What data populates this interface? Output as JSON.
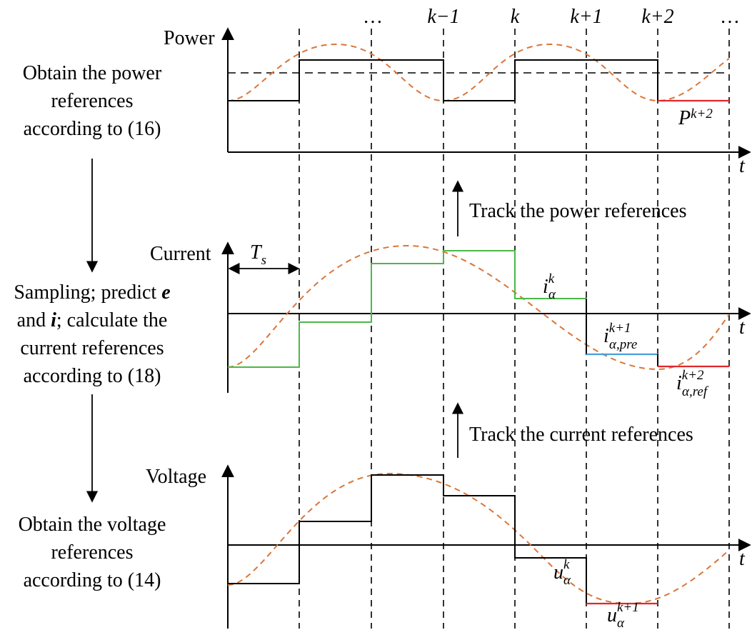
{
  "top_labels": {
    "ellipsis_left": "…",
    "k_minus_1": "k−1",
    "k": "k",
    "k_plus_1": "k+1",
    "k_plus_2": "k+2",
    "ellipsis_right": "…"
  },
  "left_steps": {
    "step1": [
      "Obtain the power",
      "references",
      "according to (16)"
    ],
    "step2_line1_a": "Sampling; predict ",
    "step2_line1_b": "e",
    "step2_line2_a": "and ",
    "step2_line2_b": "i",
    "step2_line2_c": "; calculate the",
    "step2_line3": "current references",
    "step2_line4": "according to (18)",
    "step3": [
      "Obtain the voltage",
      "references",
      "according to (14)"
    ]
  },
  "power_panel": {
    "ylabel": "Power",
    "xlabel": "t",
    "ref_label_base": "P",
    "ref_label_sup": "k+2"
  },
  "current_panel": {
    "ylabel": "Current",
    "xlabel": "t",
    "ts_base": "T",
    "ts_sub": "s",
    "ik_base": "i",
    "ik_sup": "k",
    "ik_sub": "α",
    "ipre_base": "i",
    "ipre_sup": "k+1",
    "ipre_sub": "α,pre",
    "iref_base": "i",
    "iref_sup": "k+2",
    "iref_sub": "α,ref"
  },
  "voltage_panel": {
    "ylabel": "Voltage",
    "xlabel": "t",
    "uk_base": "u",
    "uk_sup": "k",
    "uk_sub": "α",
    "uk1_base": "u",
    "uk1_sup": "k+1",
    "uk1_sub": "α"
  },
  "annotations": {
    "track_power": "Track the power references",
    "track_current": "Track the current references"
  },
  "colors": {
    "sine": "#d9763a",
    "current_steps": "#4cb848",
    "predicted": "#4a9fd8",
    "reference": "#e0282c",
    "axes": "#000000"
  }
}
